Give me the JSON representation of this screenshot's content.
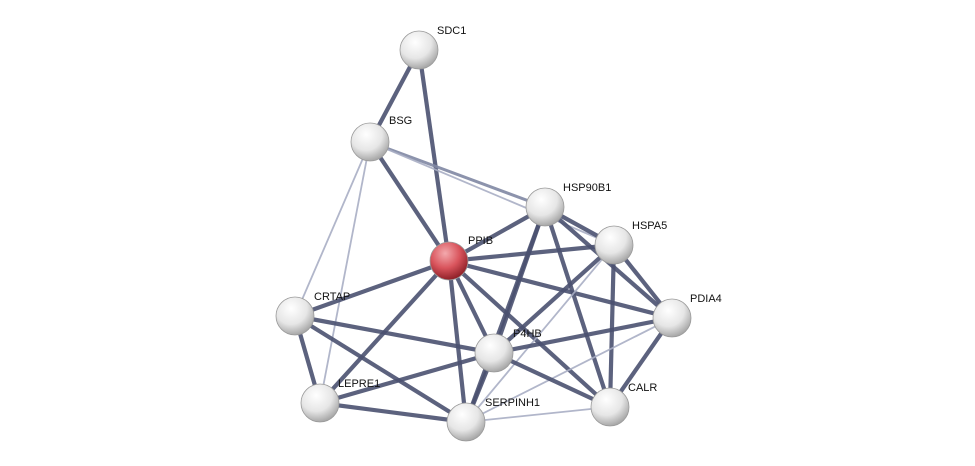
{
  "network": {
    "query_node": "PPIB",
    "colors": {
      "query": "#d9545c",
      "node": "#e8e8e8",
      "edge_strong": "#4a5170",
      "edge_weak": "#a9aec4"
    },
    "nodes": [
      "SDC1",
      "BSG",
      "HSP90B1",
      "HSPA5",
      "PPIB",
      "CRTAP",
      "PDIA4",
      "P4HB",
      "LEPRE1",
      "CALR",
      "SERPINH1"
    ],
    "edges": [
      [
        "SDC1",
        "BSG",
        "strong"
      ],
      [
        "SDC1",
        "PPIB",
        "strong"
      ],
      [
        "BSG",
        "PPIB",
        "strong"
      ],
      [
        "BSG",
        "HSP90B1",
        "medium"
      ],
      [
        "BSG",
        "HSPA5",
        "weak"
      ],
      [
        "BSG",
        "CRTAP",
        "weak"
      ],
      [
        "BSG",
        "LEPRE1",
        "weak"
      ],
      [
        "PPIB",
        "HSP90B1",
        "strong"
      ],
      [
        "PPIB",
        "HSPA5",
        "strong"
      ],
      [
        "PPIB",
        "PDIA4",
        "strong"
      ],
      [
        "PPIB",
        "CRTAP",
        "strong"
      ],
      [
        "PPIB",
        "LEPRE1",
        "strong"
      ],
      [
        "PPIB",
        "P4HB",
        "strong"
      ],
      [
        "PPIB",
        "SERPINH1",
        "strong"
      ],
      [
        "PPIB",
        "CALR",
        "strong"
      ],
      [
        "HSP90B1",
        "HSPA5",
        "strong"
      ],
      [
        "HSP90B1",
        "PDIA4",
        "strong"
      ],
      [
        "HSP90B1",
        "P4HB",
        "strong"
      ],
      [
        "HSP90B1",
        "CALR",
        "strong"
      ],
      [
        "HSP90B1",
        "SERPINH1",
        "strong"
      ],
      [
        "HSPA5",
        "PDIA4",
        "strong"
      ],
      [
        "HSPA5",
        "P4HB",
        "strong"
      ],
      [
        "HSPA5",
        "CALR",
        "strong"
      ],
      [
        "HSPA5",
        "SERPINH1",
        "weak"
      ],
      [
        "CRTAP",
        "P4HB",
        "strong"
      ],
      [
        "CRTAP",
        "LEPRE1",
        "strong"
      ],
      [
        "CRTAP",
        "SERPINH1",
        "strong"
      ],
      [
        "PDIA4",
        "P4HB",
        "strong"
      ],
      [
        "PDIA4",
        "CALR",
        "strong"
      ],
      [
        "PDIA4",
        "SERPINH1",
        "weak"
      ],
      [
        "P4HB",
        "LEPRE1",
        "strong"
      ],
      [
        "P4HB",
        "CALR",
        "strong"
      ],
      [
        "P4HB",
        "SERPINH1",
        "strong"
      ],
      [
        "LEPRE1",
        "SERPINH1",
        "strong"
      ],
      [
        "SERPINH1",
        "CALR",
        "weak"
      ]
    ]
  }
}
